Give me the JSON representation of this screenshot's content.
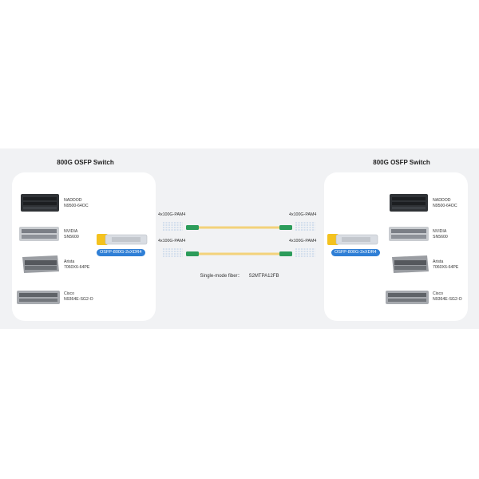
{
  "left_panel": {
    "title": "800G OSFP Switch",
    "devices": [
      {
        "brand": "NADDOD",
        "model": "N9500-64OC",
        "style": "dark-switch"
      },
      {
        "brand": "NVIDIA",
        "model": "SN5600",
        "style": "silver-switch"
      },
      {
        "brand": "Arista",
        "model": "7060X6-64PE",
        "style": "grey-box"
      },
      {
        "brand": "Cisco",
        "model": "N9364E-SG2-O",
        "style": "grey-wide"
      }
    ],
    "module": "OSFP-800G-2xXDR4"
  },
  "right_panel": {
    "title": "800G OSFP Switch",
    "devices": [
      {
        "brand": "NADDOD",
        "model": "N9500-64OC",
        "style": "dark-switch"
      },
      {
        "brand": "NVIDIA",
        "model": "SN5600",
        "style": "silver-switch"
      },
      {
        "brand": "Arista",
        "model": "7060X6-64PE",
        "style": "grey-box"
      },
      {
        "brand": "Cisco",
        "model": "N9364E-SG2-O",
        "style": "grey-wide"
      }
    ],
    "module": "OSFP-800G-2xXDR4"
  },
  "links": [
    {
      "left_label": "4x100G-PAM4",
      "right_label": "4x100G-PAM4"
    },
    {
      "left_label": "4x100G-PAM4",
      "right_label": "4x100G-PAM4"
    }
  ],
  "fiber": {
    "label": "Single-mode fiber：",
    "part": "S2MTPA12FB"
  },
  "colors": {
    "fiber": "#f3d27a",
    "connector": "#2c9c5a",
    "module_tag": "#2f7fd6",
    "module_body": "#d9dde3",
    "module_latch": "#f4c21e",
    "band": "#f1f2f4"
  }
}
